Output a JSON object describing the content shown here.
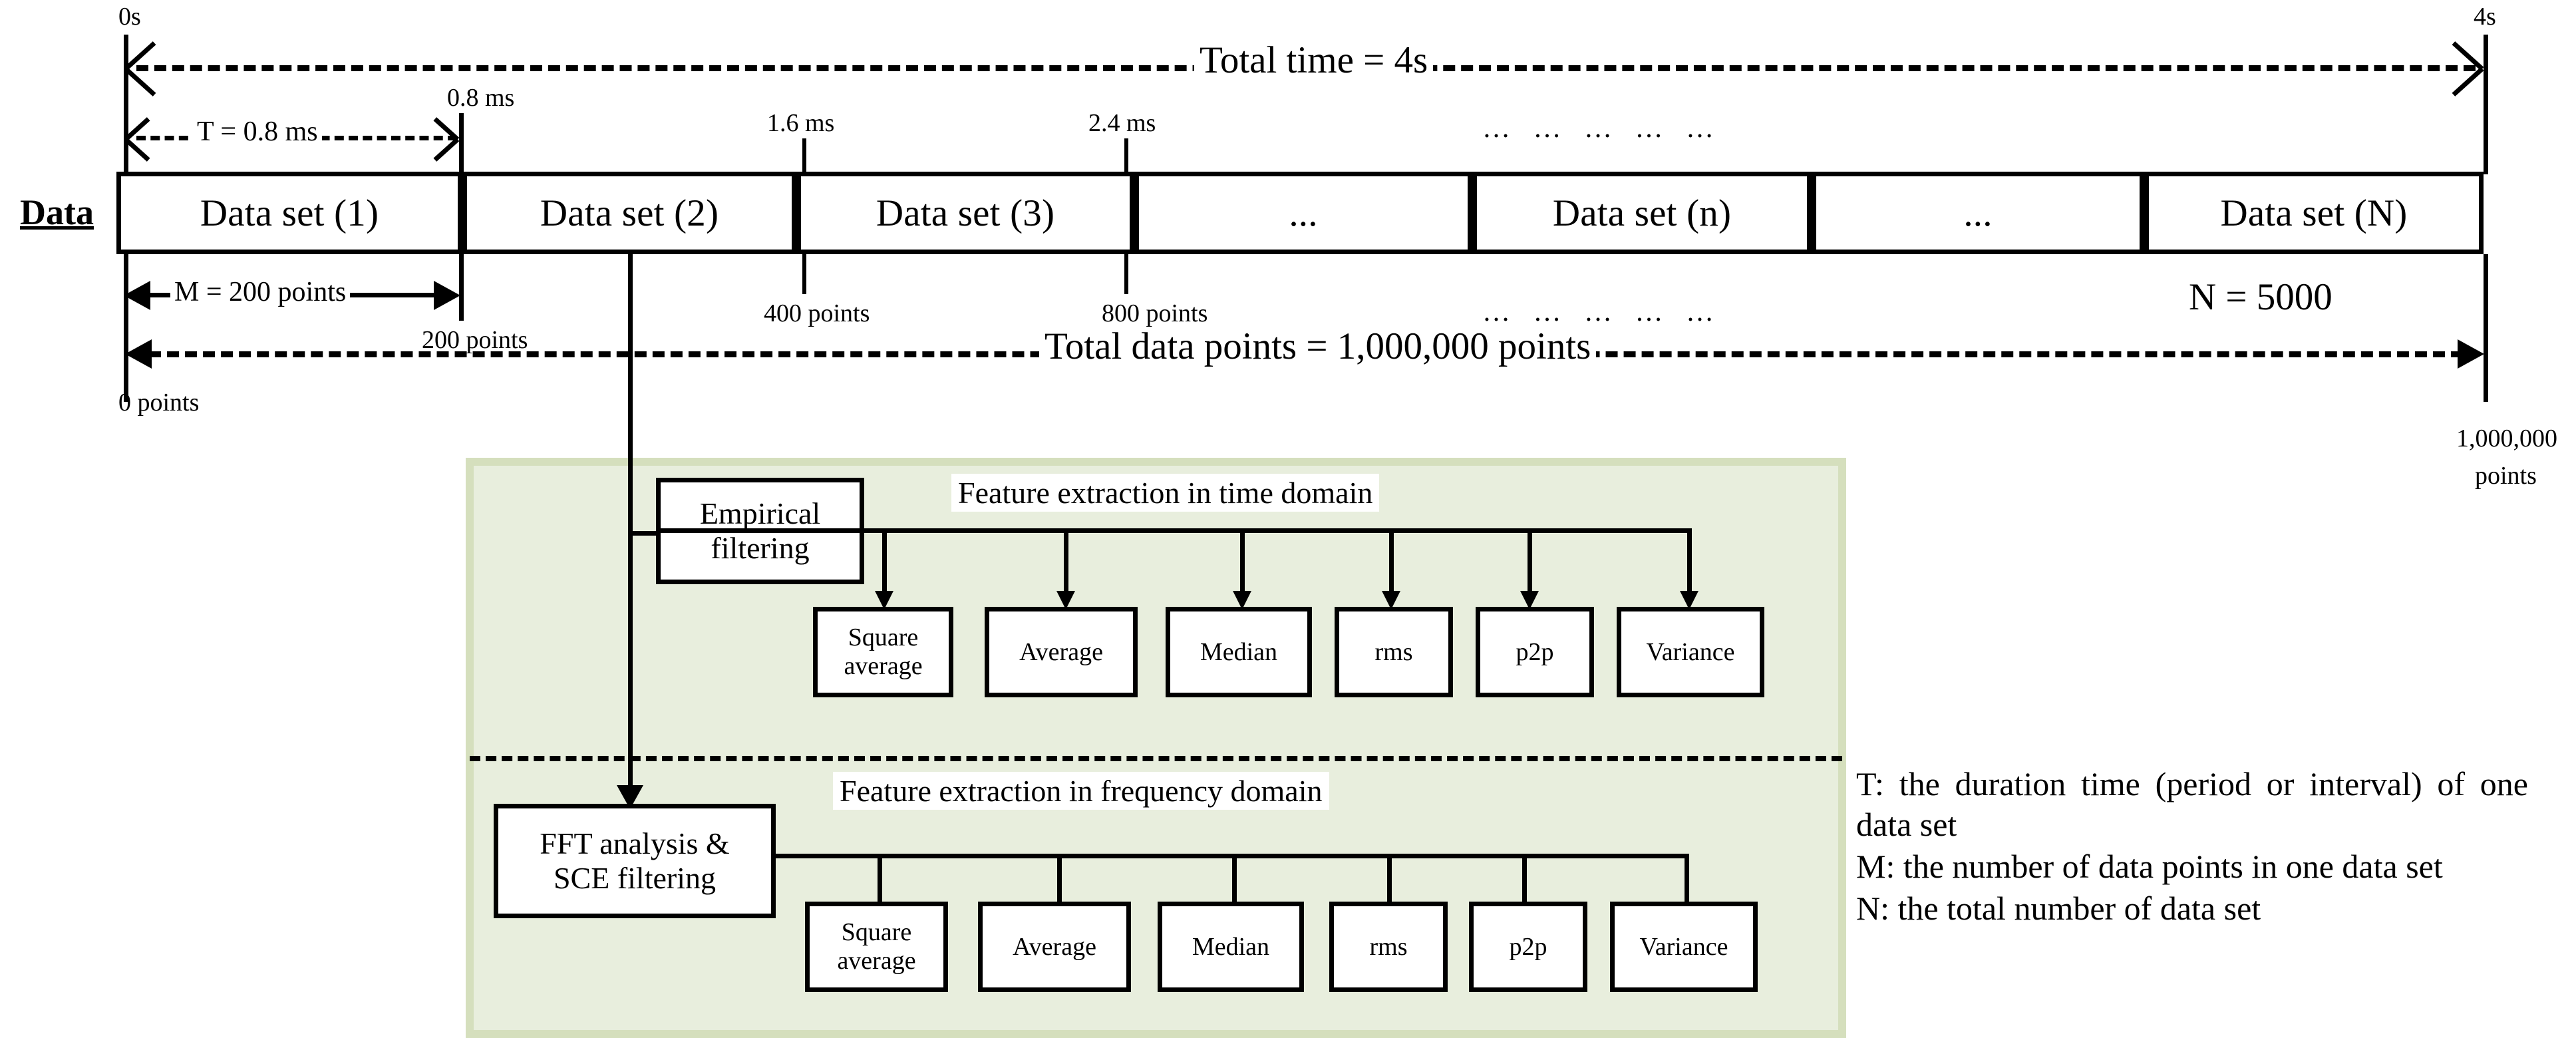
{
  "diagram": {
    "title_row_label": "Data",
    "total_time_label": "Total time = 4s",
    "period_label": "T = 0.8 ms",
    "m_points_label": "M = 200 points",
    "total_points_label": "Total data points = 1,000,000 points",
    "n_label": "N = 5000",
    "ellipsis": "… … … … …",
    "ellipsis_short": "………",
    "time_ticks": [
      {
        "value": "0s",
        "position": "start"
      },
      {
        "value": "0.8 ms",
        "position": "after-set-1"
      },
      {
        "value": "1.6 ms",
        "position": "after-set-2"
      },
      {
        "value": "2.4 ms",
        "position": "after-set-3"
      },
      {
        "value": "4s",
        "position": "end"
      }
    ],
    "point_ticks": [
      {
        "value": "0 points",
        "position": "start"
      },
      {
        "value": "200 points",
        "position": "after-set-1"
      },
      {
        "value": "400 points",
        "position": "after-set-2"
      },
      {
        "value": "800 points",
        "position": "after-set-3"
      },
      {
        "value": "1,000,000",
        "value2": "points",
        "position": "end"
      }
    ],
    "data_sets": [
      {
        "label": "Data set (1)"
      },
      {
        "label": "Data set (2)"
      },
      {
        "label": "Data set (3)"
      },
      {
        "label": "..."
      },
      {
        "label": "Data set (n)"
      },
      {
        "label": "..."
      },
      {
        "label": "Data set (N)"
      }
    ],
    "time_domain": {
      "caption": "Feature extraction in time domain",
      "process_line1": "Empirical",
      "process_line2": "filtering",
      "features": [
        {
          "line1": "Square",
          "line2": "average"
        },
        {
          "line1": "Average",
          "line2": ""
        },
        {
          "line1": "Median",
          "line2": ""
        },
        {
          "line1": "rms",
          "line2": ""
        },
        {
          "line1": "p2p",
          "line2": ""
        },
        {
          "line1": "Variance",
          "line2": ""
        }
      ]
    },
    "frequency_domain": {
      "caption": "Feature extraction in frequency domain",
      "process_line1": "FFT analysis &",
      "process_line2": "SCE filtering",
      "features": [
        {
          "line1": "Square",
          "line2": "average"
        },
        {
          "line1": "Average",
          "line2": ""
        },
        {
          "line1": "Median",
          "line2": ""
        },
        {
          "line1": "rms",
          "line2": ""
        },
        {
          "line1": "p2p",
          "line2": ""
        },
        {
          "line1": "Variance",
          "line2": ""
        }
      ]
    },
    "legend": [
      "T: the duration time (period or interval) of one data set",
      "M: the number of data points in one data set",
      "N: the total number of data set"
    ],
    "colors": {
      "panel_fill": "#e8eedd",
      "panel_border": "#d5dfbd",
      "stroke": "#000000",
      "box_fill": "#ffffff"
    }
  }
}
